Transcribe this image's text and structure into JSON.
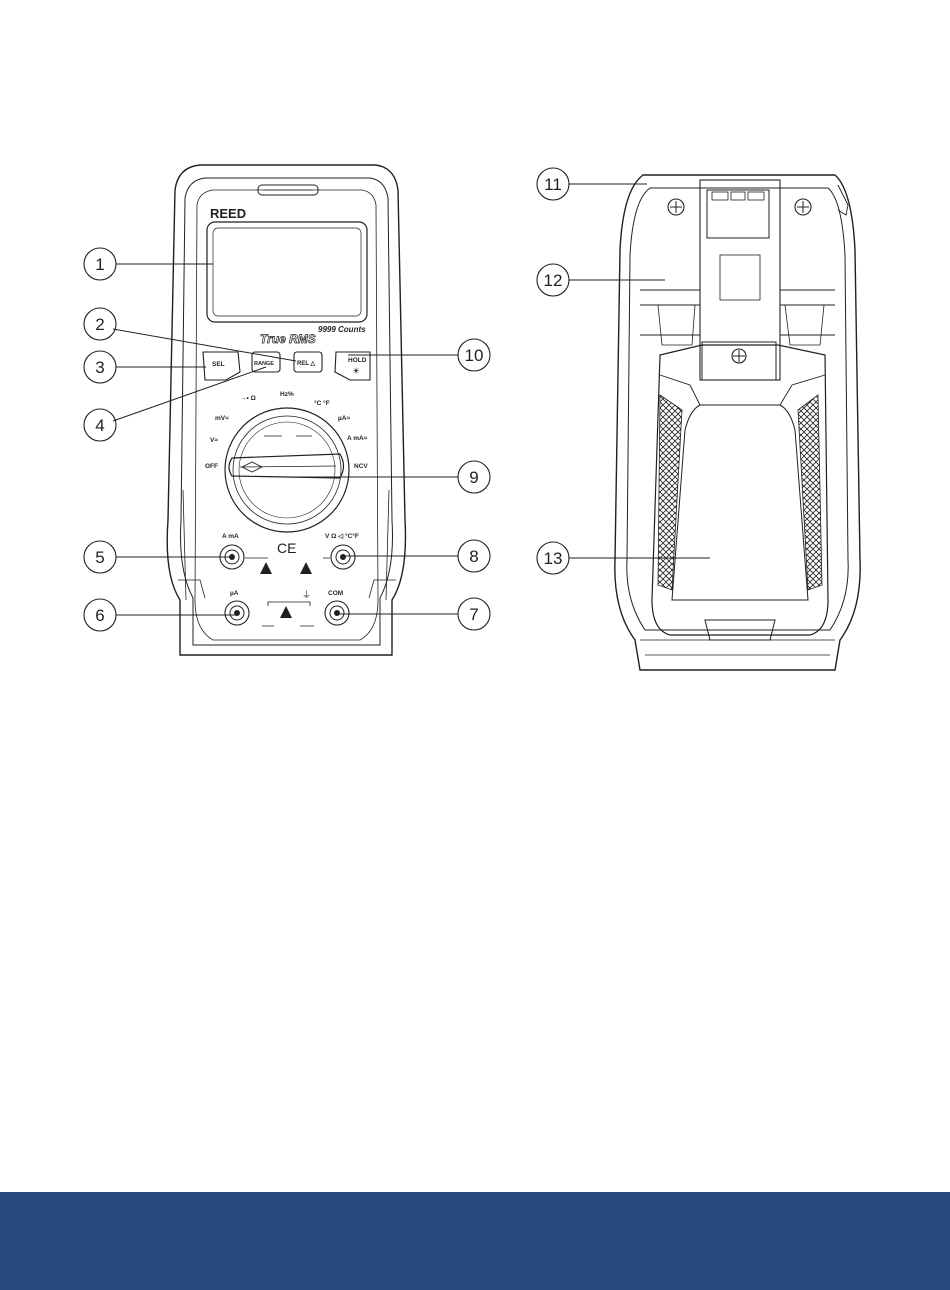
{
  "front": {
    "brand": "REED",
    "true_rms": "True RMS",
    "counts": "9999 Counts",
    "buttons": {
      "sel": "SEL",
      "range": "RANGE",
      "rel": "REL △",
      "hold": "HOLD"
    },
    "dial_labels": {
      "off": "OFF",
      "v_ac_dc": "V≈",
      "mv_ac_dc": "mV≈",
      "ohm_cap": "→• Ω",
      "hz_pct": "Hz%",
      "temp": "°C °F",
      "ua": "µA≈",
      "a_ma": "A mA≈",
      "ncv": "NCV"
    },
    "jack_labels": {
      "a_ma": "A mA",
      "v_ohm": "V Ω ◁ °C°F",
      "ua": "µA",
      "com": "COM"
    },
    "ce_mark": "CE"
  },
  "callouts": [
    "1",
    "2",
    "3",
    "4",
    "5",
    "6",
    "7",
    "8",
    "9",
    "10",
    "11",
    "12",
    "13"
  ],
  "colors": {
    "footer": "#264a7d",
    "ink": "#231f20"
  }
}
